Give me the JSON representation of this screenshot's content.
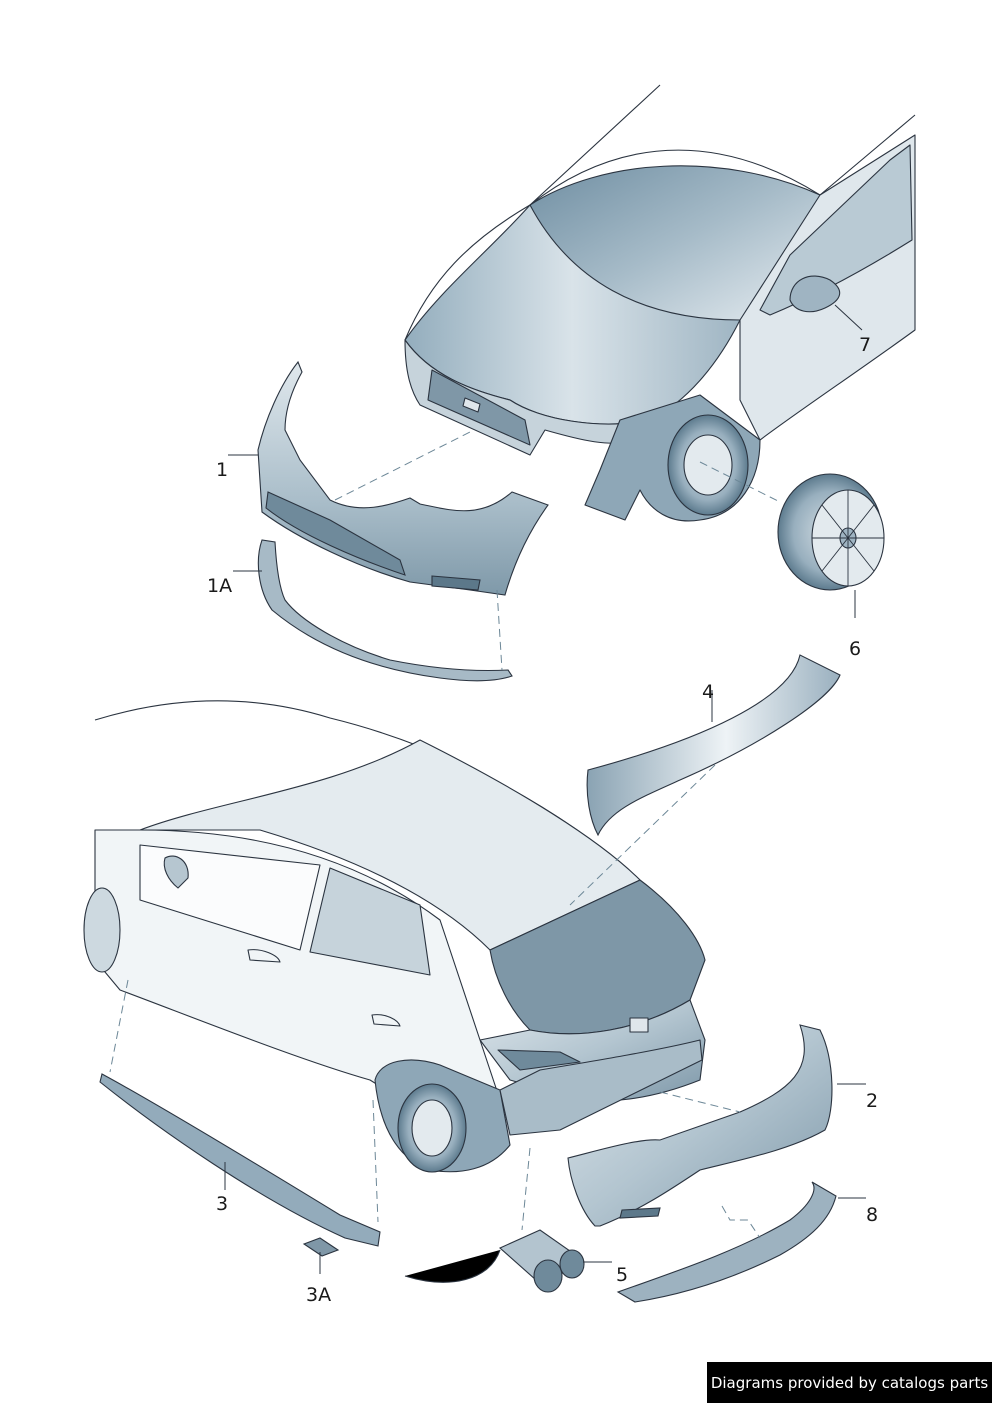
{
  "callouts": {
    "part_1": "1",
    "part_1a": "1A",
    "part_2": "2",
    "part_3": "3",
    "part_3a": "3A",
    "part_4": "4",
    "part_5": "5",
    "part_6": "6",
    "part_7": "7",
    "part_8": "8"
  },
  "footer": {
    "credit": "Diagrams provided by catalogs parts"
  },
  "colors": {
    "line": "#2b3440",
    "shade_dark": "#7e97a7",
    "shade_mid": "#a9bcc8",
    "shade_light": "#d3dde3",
    "part_fill": "#b8c8d2"
  }
}
